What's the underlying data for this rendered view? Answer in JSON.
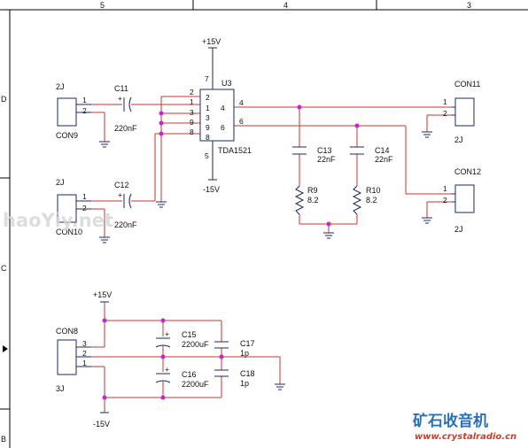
{
  "frame": {
    "col_labels": [
      "5",
      "4",
      "3"
    ],
    "row_labels": [
      "D",
      "C",
      "B"
    ]
  },
  "power": {
    "pos15_top": "+15V",
    "neg15_top": "-15V",
    "pos15_psu": "+15V",
    "neg15_psu": "-15V"
  },
  "ic": {
    "ref": "U3",
    "part": "TDA1521",
    "outer_pins": {
      "p7": "7",
      "p2": "2",
      "p1": "1",
      "p3": "3",
      "p9": "9",
      "p8": "8",
      "p5": "5",
      "p4": "4",
      "p6": "6"
    },
    "inner_pins": {
      "p2": "2",
      "p1": "1",
      "p3": "3",
      "p9": "9",
      "p8": "8",
      "p4": "4",
      "p6": "6"
    }
  },
  "connectors": {
    "con9": {
      "ref": "CON9",
      "type": "2J",
      "pin1": "1",
      "pin2": "2"
    },
    "con10": {
      "ref": "CON10",
      "type": "2J",
      "pin1": "1",
      "pin2": "2"
    },
    "con11": {
      "ref": "CON11",
      "type": "2J",
      "pin1": "1",
      "pin2": "2"
    },
    "con12": {
      "ref": "CON12",
      "type": "2J",
      "pin1": "1",
      "pin2": "2"
    },
    "con8": {
      "ref": "CON8",
      "type": "3J",
      "pin3": "3",
      "pin2": "2",
      "pin1": "1"
    }
  },
  "capacitors": {
    "c11": {
      "ref": "C11",
      "value": "220nF"
    },
    "c12": {
      "ref": "C12",
      "value": "220nF"
    },
    "c13": {
      "ref": "C13",
      "value": "22nF"
    },
    "c14": {
      "ref": "C14",
      "value": "22nF"
    },
    "c15": {
      "ref": "C15",
      "value": "2200uF"
    },
    "c16": {
      "ref": "C16",
      "value": "2200uF"
    },
    "c17": {
      "ref": "C17",
      "value": "1p"
    },
    "c18": {
      "ref": "C18",
      "value": "1p"
    }
  },
  "resistors": {
    "r9": {
      "ref": "R9",
      "value": "8.2"
    },
    "r10": {
      "ref": "R10",
      "value": "8.2"
    }
  },
  "watermark": {
    "text": "haoYiy.net"
  },
  "branding": {
    "name": "矿石收音机",
    "url": "www.crystalradio.cn"
  },
  "colors": {
    "wire": "#c0392b",
    "component": "#1a2a66",
    "junction": "#cc22cc",
    "logo": "#2b6fb6",
    "url": "#d23a2a"
  }
}
